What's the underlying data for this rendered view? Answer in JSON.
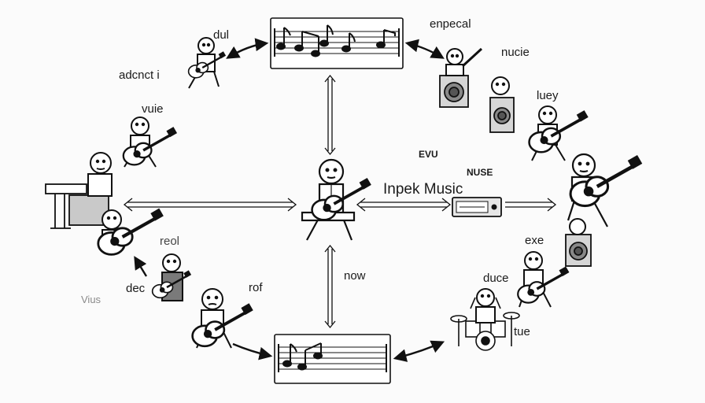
{
  "labels": {
    "dul": "dul",
    "adcnct": "adcnct i",
    "enpecal": "enpecal",
    "nucie": "nucie",
    "vuie": "vuie",
    "luey": "luey",
    "evu": "EVU",
    "nuse": "NUSE",
    "inpek": "Inpek Music",
    "reol": "reol",
    "exe": "exe",
    "now": "now",
    "dec": "dec",
    "rof": "rof",
    "duce": "duce",
    "vius": "Vius",
    "tue": "tue"
  }
}
